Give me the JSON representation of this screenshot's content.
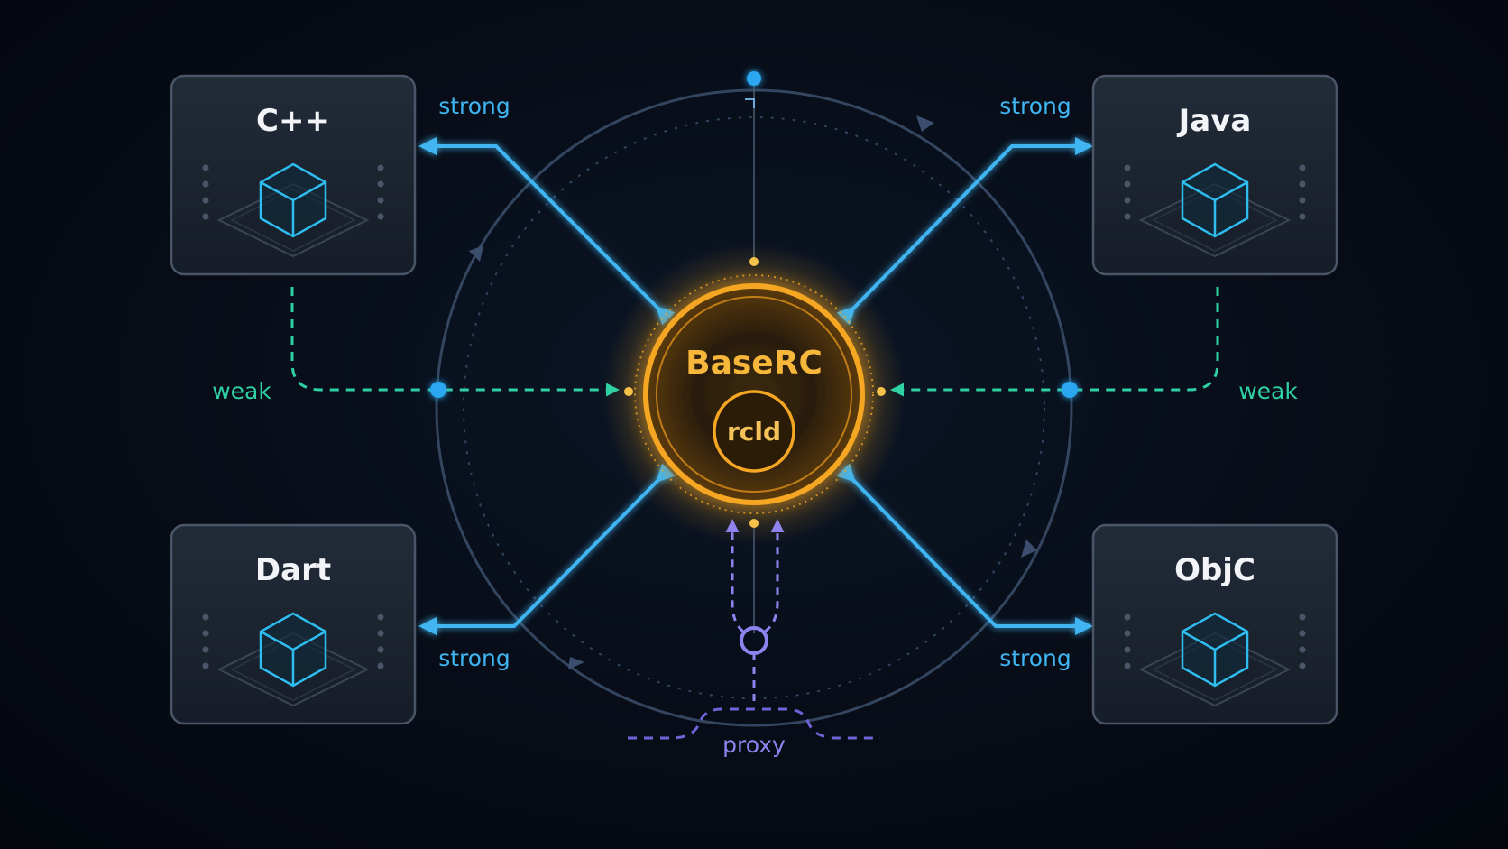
{
  "core": {
    "title": "BaseRC",
    "inner_label": "rcld",
    "color": "#f5a623"
  },
  "nodes": [
    {
      "id": "cpp",
      "label": "C++"
    },
    {
      "id": "java",
      "label": "Java"
    },
    {
      "id": "dart",
      "label": "Dart"
    },
    {
      "id": "objc",
      "label": "ObjC"
    }
  ],
  "edges": {
    "strong_label": "strong",
    "weak_label": "weak",
    "proxy_label": "proxy"
  },
  "colors": {
    "strong": "#3fb5f2",
    "weak": "#2fd0a1",
    "proxy": "#8f83f0",
    "node_border": "#4a5668",
    "node_fill": "#1b2330",
    "cube": "#2fbdf0",
    "orbit": "#3b4e6e"
  },
  "icons": {
    "node_icon": "cube-icon"
  }
}
